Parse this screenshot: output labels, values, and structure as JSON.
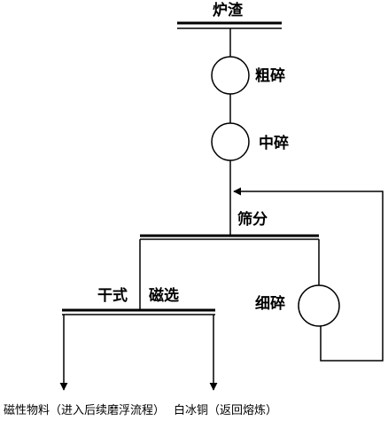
{
  "flowsheet": {
    "input": "炉渣",
    "stage_coarse": "粗碎",
    "stage_medium": "中碎",
    "screen": "筛分",
    "stage_fine": "细碎",
    "separation_type": "干式",
    "separation": "磁选",
    "product_magnetic": "磁性物料（进入后续磨浮流程）",
    "product_white_ice_copper": "白冰铜（返回熔炼）"
  }
}
